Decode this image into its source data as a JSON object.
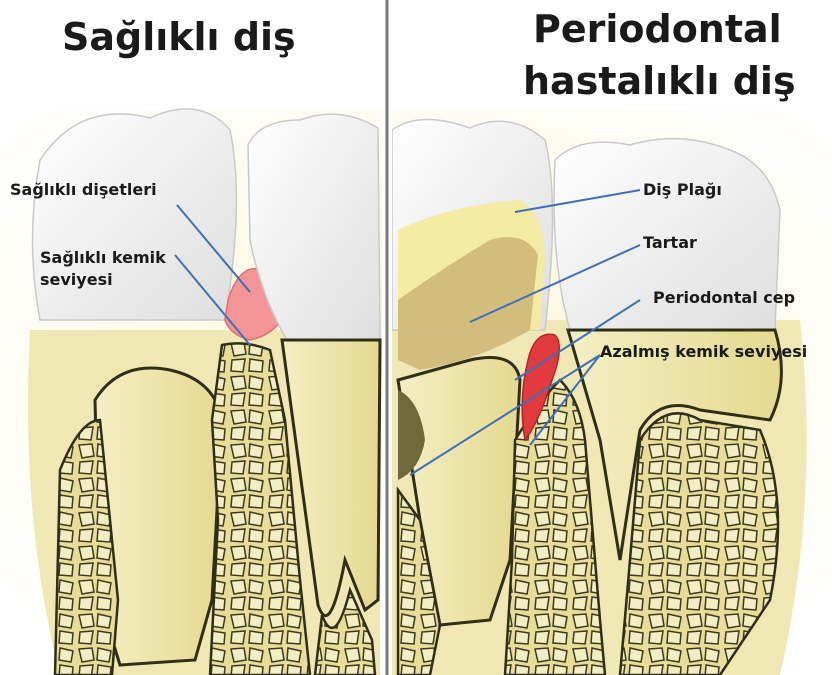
{
  "titles": {
    "left": "Sağlıklı diş",
    "right_line1": "Periodontal",
    "right_line2": "hastalıklı diş"
  },
  "labels": {
    "healthy_gums": "Sağlıklı dişetleri",
    "healthy_bone_line1": "Sağlıklı kemik",
    "healthy_bone_line2": "seviyesi",
    "plaque": "Diş Plağı",
    "tartar": "Tartar",
    "pocket": "Periodontal cep",
    "reduced_bone": "Azalmış kemik seviyesi"
  },
  "colors": {
    "leader_line": "#3d6fb8",
    "gum": "#f08f93",
    "bone": "#e9e1a8",
    "root": "#f1eab5",
    "enamel": "#f4f4f4",
    "tartar": "#c9b277",
    "divider": "#7a7a7a"
  }
}
